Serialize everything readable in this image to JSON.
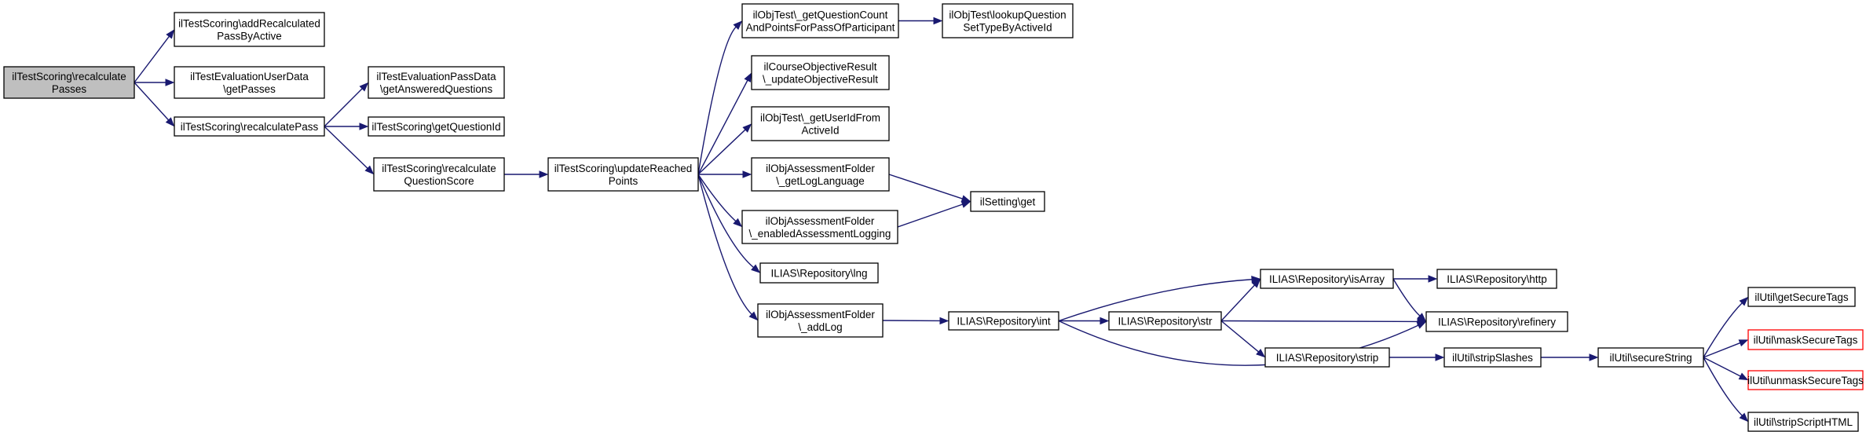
{
  "diagram": {
    "type": "call-graph",
    "colors": {
      "edge": "#191970",
      "root_fill": "#bfbfbf",
      "missing_border": "#ff0000",
      "node_border": "#000000"
    },
    "nodes": [
      {
        "id": "n0",
        "lines": [
          "ilTestScoring\\recalculate",
          "Passes"
        ],
        "style": "root"
      },
      {
        "id": "n1",
        "lines": [
          "ilTestScoring\\addRecalculated",
          "PassByActive"
        ]
      },
      {
        "id": "n2",
        "lines": [
          "ilTestEvaluationUserData",
          "\\getPasses"
        ]
      },
      {
        "id": "n3",
        "lines": [
          "ilTestScoring\\recalculatePass"
        ]
      },
      {
        "id": "n4",
        "lines": [
          "ilTestEvaluationPassData",
          "\\getAnsweredQuestions"
        ]
      },
      {
        "id": "n5",
        "lines": [
          "ilTestScoring\\getQuestionId"
        ]
      },
      {
        "id": "n6",
        "lines": [
          "ilTestScoring\\recalculate",
          "QuestionScore"
        ]
      },
      {
        "id": "n7",
        "lines": [
          "ilTestScoring\\updateReached",
          "Points"
        ]
      },
      {
        "id": "n8",
        "lines": [
          "ilObjTest\\_getQuestionCount",
          "AndPointsForPassOfParticipant"
        ]
      },
      {
        "id": "n9",
        "lines": [
          "ilObjTest\\lookupQuestion",
          "SetTypeByActiveId"
        ]
      },
      {
        "id": "n10",
        "lines": [
          "ilCourseObjectiveResult",
          "\\_updateObjectiveResult"
        ]
      },
      {
        "id": "n11",
        "lines": [
          "ilObjTest\\_getUserIdFrom",
          "ActiveId"
        ]
      },
      {
        "id": "n12",
        "lines": [
          "ilObjAssessmentFolder",
          "\\_getLogLanguage"
        ]
      },
      {
        "id": "n13",
        "lines": [
          "ilSetting\\get"
        ]
      },
      {
        "id": "n14",
        "lines": [
          "ilObjAssessmentFolder",
          "\\_enabledAssessmentLogging"
        ]
      },
      {
        "id": "n15",
        "lines": [
          "ILIAS\\Repository\\lng"
        ]
      },
      {
        "id": "n16",
        "lines": [
          "ilObjAssessmentFolder",
          "\\_addLog"
        ]
      },
      {
        "id": "n17",
        "lines": [
          "ILIAS\\Repository\\int"
        ]
      },
      {
        "id": "n18",
        "lines": [
          "ILIAS\\Repository\\isArray"
        ]
      },
      {
        "id": "n19",
        "lines": [
          "ILIAS\\Repository\\http"
        ]
      },
      {
        "id": "n20",
        "lines": [
          "ILIAS\\Repository\\str"
        ]
      },
      {
        "id": "n21",
        "lines": [
          "ILIAS\\Repository\\refinery"
        ]
      },
      {
        "id": "n22",
        "lines": [
          "ILIAS\\Repository\\strip"
        ]
      },
      {
        "id": "n23",
        "lines": [
          "ilUtil\\stripSlashes"
        ]
      },
      {
        "id": "n24",
        "lines": [
          "ilUtil\\secureString"
        ]
      },
      {
        "id": "n25",
        "lines": [
          "ilUtil\\getSecureTags"
        ]
      },
      {
        "id": "n26",
        "lines": [
          "ilUtil\\maskSecureTags"
        ],
        "style": "missing"
      },
      {
        "id": "n27",
        "lines": [
          "ilUtil\\unmaskSecureTags"
        ],
        "style": "missing"
      },
      {
        "id": "n28",
        "lines": [
          "ilUtil\\stripScriptHTML"
        ]
      }
    ],
    "edges": [
      [
        "n0",
        "n1"
      ],
      [
        "n0",
        "n2"
      ],
      [
        "n0",
        "n3"
      ],
      [
        "n3",
        "n4"
      ],
      [
        "n3",
        "n5"
      ],
      [
        "n3",
        "n6"
      ],
      [
        "n6",
        "n7"
      ],
      [
        "n7",
        "n8"
      ],
      [
        "n7",
        "n10"
      ],
      [
        "n7",
        "n11"
      ],
      [
        "n7",
        "n12"
      ],
      [
        "n7",
        "n14"
      ],
      [
        "n7",
        "n15"
      ],
      [
        "n7",
        "n16"
      ],
      [
        "n8",
        "n9"
      ],
      [
        "n12",
        "n13"
      ],
      [
        "n14",
        "n13"
      ],
      [
        "n16",
        "n17"
      ],
      [
        "n17",
        "n18"
      ],
      [
        "n17",
        "n20"
      ],
      [
        "n17",
        "n21"
      ],
      [
        "n18",
        "n19"
      ],
      [
        "n18",
        "n21"
      ],
      [
        "n20",
        "n18"
      ],
      [
        "n20",
        "n21"
      ],
      [
        "n20",
        "n22"
      ],
      [
        "n22",
        "n23"
      ],
      [
        "n23",
        "n24"
      ],
      [
        "n24",
        "n25"
      ],
      [
        "n24",
        "n26"
      ],
      [
        "n24",
        "n27"
      ],
      [
        "n24",
        "n28"
      ]
    ]
  }
}
